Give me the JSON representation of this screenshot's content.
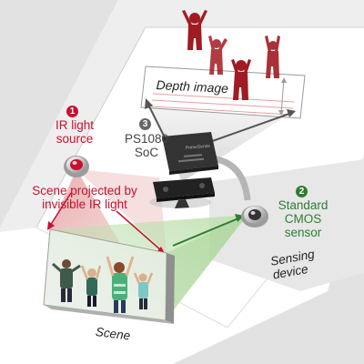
{
  "labels": {
    "depth_image": "Depth image",
    "ir_source": {
      "number": "1",
      "line1": "IR light",
      "line2": "source"
    },
    "soc": {
      "number": "3",
      "line1": "PS1080",
      "line2": "SoC"
    },
    "cmos": {
      "number": "2",
      "line1": "Standard",
      "line2": "CMOS",
      "line3": "sensor"
    },
    "scene_projected": {
      "line1": "Scene projected by",
      "line2": "invisible IR light"
    },
    "sensing_device": {
      "line1": "Sensing",
      "line2": "device"
    },
    "scene": "Scene"
  },
  "colors": {
    "ir_red": "#c8102e",
    "cmos_green": "#2e7d32",
    "soc_gray": "#555555",
    "depth_figures": "#a01b22",
    "chip": "#333333",
    "background": "#e2e2e2",
    "floor": "#ffffff"
  },
  "icons": {
    "ir_emitter": "ir-emitter-icon",
    "cmos_camera": "cmos-camera-icon",
    "soc_chip": "chip-icon",
    "sensor_bar": "sensor-bar-icon"
  }
}
